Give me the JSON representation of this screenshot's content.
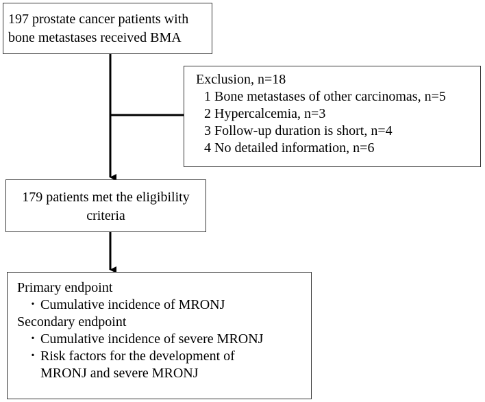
{
  "source": {
    "lines": [
      "197 prostate cancer patients with",
      "bone metastases received BMA"
    ]
  },
  "exclusion": {
    "title": "Exclusion, n=18",
    "items": [
      "1 Bone metastases of other carcinomas, n=5",
      "2 Hypercalcemia, n=3",
      "3 Follow-up duration is short, n=4",
      "4 No detailed information, n=6"
    ]
  },
  "eligible": {
    "lines": [
      "179 patients met the eligibility",
      "criteria"
    ]
  },
  "endpoints": {
    "primary_heading": "Primary endpoint",
    "primary_items": [
      "Cumulative incidence of  MRONJ"
    ],
    "secondary_heading": "Secondary endpoint",
    "secondary_items": [
      "Cumulative incidence of  severe MRONJ",
      "Risk factors for the development of"
    ],
    "secondary_continuation": "MRONJ and severe MRONJ",
    "bullet": "･"
  }
}
